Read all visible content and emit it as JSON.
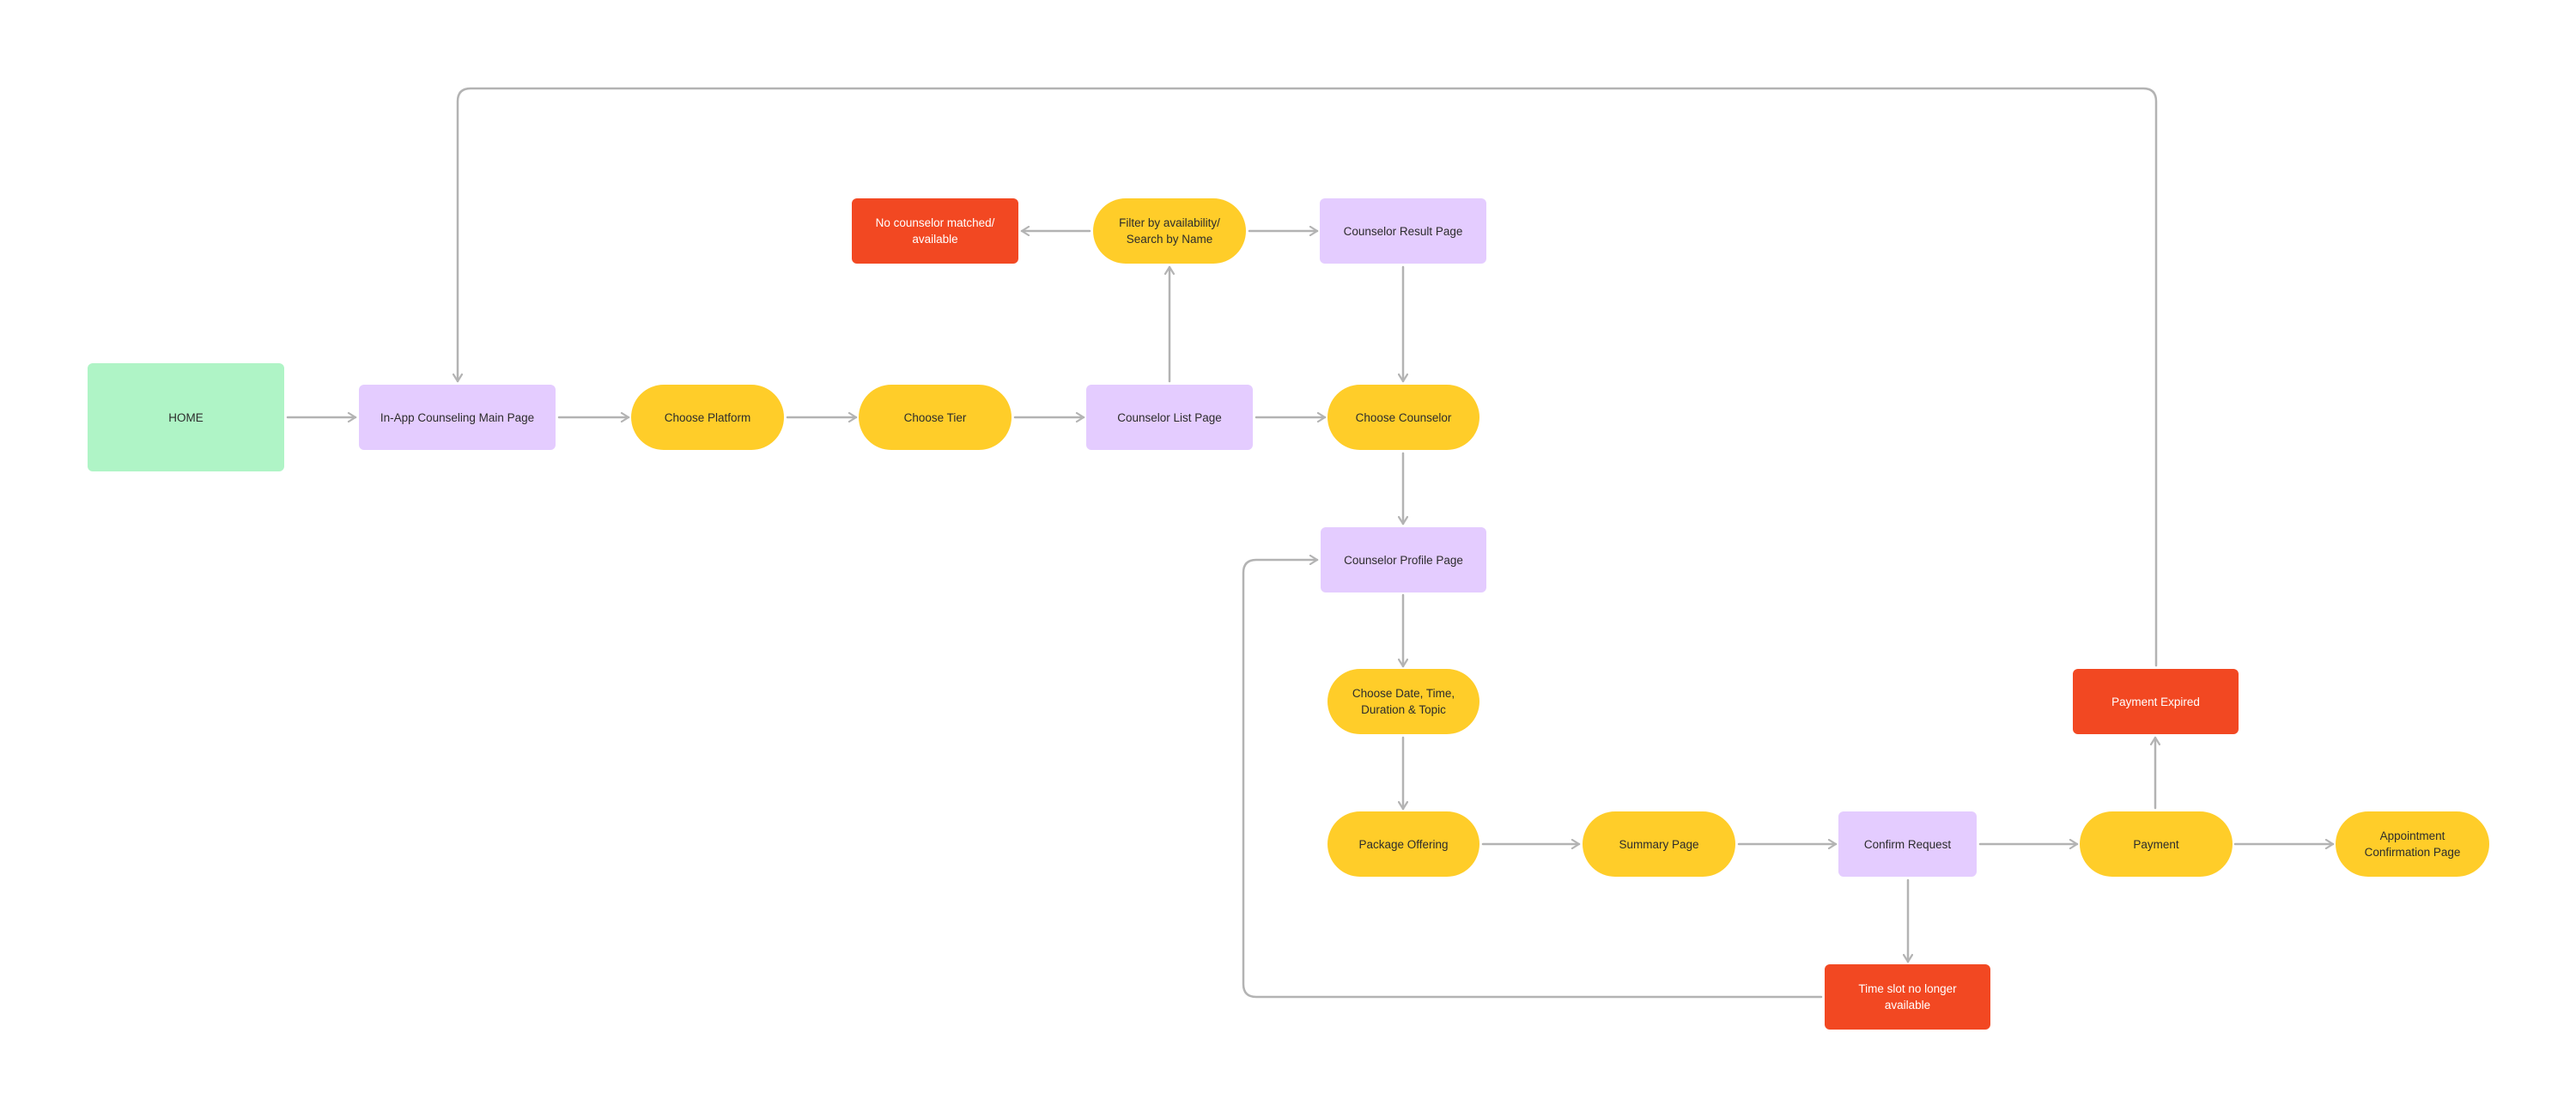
{
  "diagram": {
    "type": "user-flow",
    "colors": {
      "start": "#aff4c6",
      "page": "#e4ccff",
      "action": "#ffcd29",
      "error": "#f24822",
      "connector": "#b3b3b3",
      "text_dark": "#2c2c2c",
      "text_light": "#ffffff"
    },
    "nodes": [
      {
        "id": "home",
        "label": "HOME",
        "kind": "start"
      },
      {
        "id": "main",
        "label": "In-App Counseling Main Page",
        "kind": "page"
      },
      {
        "id": "platform",
        "label": "Choose Platform",
        "kind": "action"
      },
      {
        "id": "tier",
        "label": "Choose Tier",
        "kind": "action"
      },
      {
        "id": "list",
        "label": "Counselor List Page",
        "kind": "page"
      },
      {
        "id": "filter",
        "label": "Filter by availability/\nSearch by Name",
        "kind": "action"
      },
      {
        "id": "nomatch",
        "label": "No counselor matched/\navailable",
        "kind": "error"
      },
      {
        "id": "result",
        "label": "Counselor Result Page",
        "kind": "page"
      },
      {
        "id": "choose",
        "label": "Choose Counselor",
        "kind": "action"
      },
      {
        "id": "profile",
        "label": "Counselor Profile Page",
        "kind": "page"
      },
      {
        "id": "datetime",
        "label": "Choose Date, Time,\nDuration & Topic",
        "kind": "action"
      },
      {
        "id": "package",
        "label": "Package Offering",
        "kind": "action"
      },
      {
        "id": "summary",
        "label": "Summary Page",
        "kind": "action"
      },
      {
        "id": "confirm",
        "label": "Confirm Request",
        "kind": "page"
      },
      {
        "id": "timeslot",
        "label": "Time slot no longer available",
        "kind": "error"
      },
      {
        "id": "payment",
        "label": "Payment",
        "kind": "action"
      },
      {
        "id": "expired",
        "label": "Payment Expired",
        "kind": "error"
      },
      {
        "id": "appointment",
        "label": "Appointment\nConfirmation Page",
        "kind": "action"
      }
    ],
    "edges": [
      {
        "from": "home",
        "to": "main"
      },
      {
        "from": "main",
        "to": "platform"
      },
      {
        "from": "platform",
        "to": "tier"
      },
      {
        "from": "tier",
        "to": "list"
      },
      {
        "from": "list",
        "to": "choose"
      },
      {
        "from": "list",
        "to": "filter"
      },
      {
        "from": "filter",
        "to": "nomatch"
      },
      {
        "from": "filter",
        "to": "result"
      },
      {
        "from": "result",
        "to": "choose"
      },
      {
        "from": "choose",
        "to": "profile"
      },
      {
        "from": "profile",
        "to": "datetime"
      },
      {
        "from": "datetime",
        "to": "package"
      },
      {
        "from": "package",
        "to": "summary"
      },
      {
        "from": "summary",
        "to": "confirm"
      },
      {
        "from": "confirm",
        "to": "payment"
      },
      {
        "from": "confirm",
        "to": "timeslot"
      },
      {
        "from": "timeslot",
        "to": "profile"
      },
      {
        "from": "payment",
        "to": "expired"
      },
      {
        "from": "expired",
        "to": "main"
      },
      {
        "from": "payment",
        "to": "appointment"
      }
    ]
  }
}
